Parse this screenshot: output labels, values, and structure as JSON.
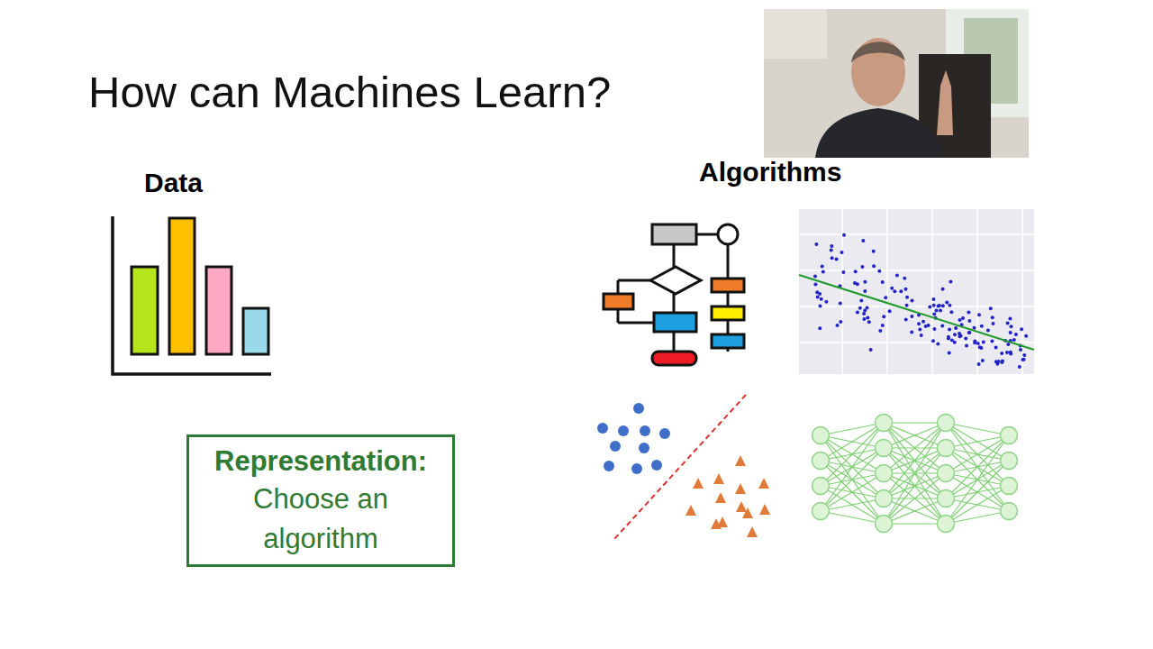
{
  "diagram": {
    "title": "How can Machines Learn?",
    "nodes": [
      {
        "text": [
          "Representation:",
          "Choose an algorithm"
        ]
      }
    ],
    "labels": [
      "Data",
      "Algorithms"
    ]
  }
}
